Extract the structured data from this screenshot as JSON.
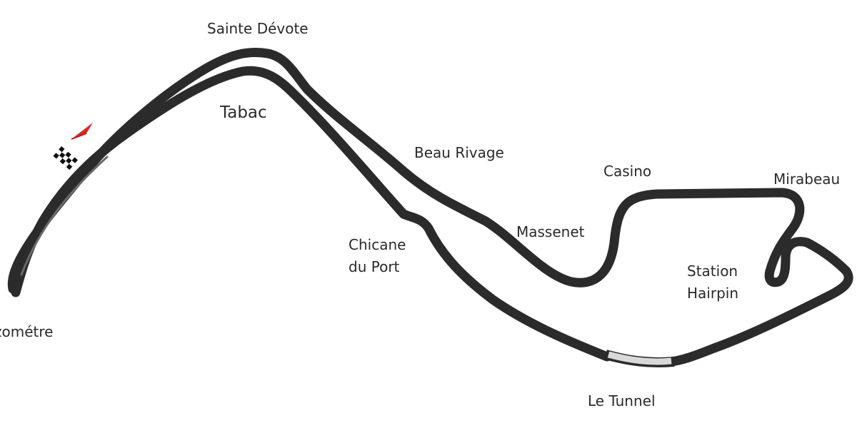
{
  "map": {
    "track_color": "#2b2b2b",
    "track_inner_color": "#555555",
    "tunnel_color": "#d9d9d9",
    "flag_color": "#e02424",
    "label_color": "#2a2a2a",
    "corners": {
      "sainte_devote": "Sainte Dévote",
      "tabac": "Tabac",
      "beau_rivage": "Beau Rivage",
      "casino": "Casino",
      "mirabeau": "Mirabeau",
      "massenet": "Massenet",
      "chicane_line1": "Chicane",
      "chicane_line2": "du Port",
      "station_line1": "Station",
      "station_line2": "Hairpin",
      "tunnel": "Le Tunnel",
      "anthony_noghes": "zométre"
    },
    "icons": {
      "start_flag": "red-flag-icon",
      "finish_flag": "checkered-flag-icon"
    }
  }
}
